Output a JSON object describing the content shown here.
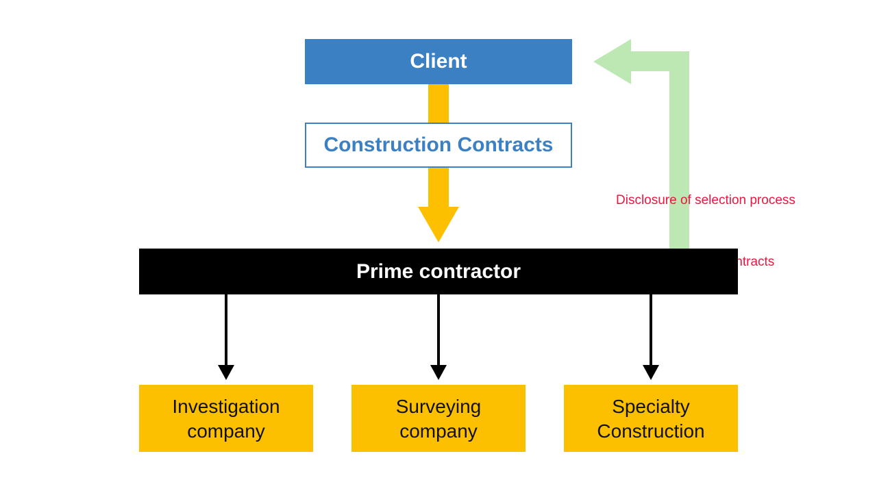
{
  "diagram": {
    "client_label": "Client",
    "contracts_label": "Construction Contracts",
    "prime_label": "Prime contractor",
    "disclosure": {
      "line1": "Disclosure of selection process",
      "line2": "and  details of subcontracts"
    },
    "subcontractors": [
      {
        "line1": "Investigation",
        "line2": "company"
      },
      {
        "line1": "Surveying",
        "line2": "company"
      },
      {
        "line1": "Specialty",
        "line2": "Construction"
      }
    ],
    "colors": {
      "client_blue": "#3a80c3",
      "contract_arrow_yellow": "#fcc000",
      "disclosure_arrow_green": "#bde8b4",
      "disclosure_text_red": "#e8173f",
      "prime_black": "#000000",
      "subcontractor_yellow": "#fcc000"
    }
  }
}
